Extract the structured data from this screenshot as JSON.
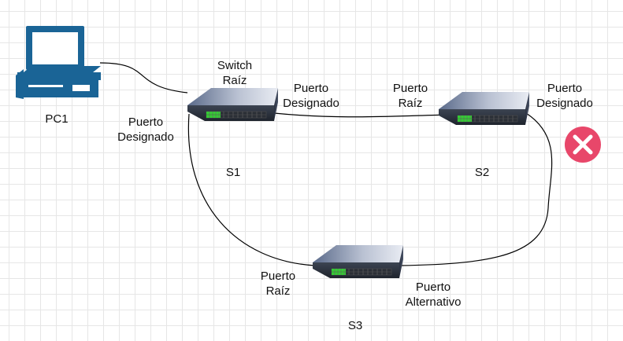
{
  "pc": {
    "label": "PC1",
    "icon": "desktop-computer-icon",
    "color": "#1a6496"
  },
  "switches": {
    "s1": {
      "name": "S1",
      "role": "Switch\nRaíz"
    },
    "s2": {
      "name": "S2"
    },
    "s3": {
      "name": "S3"
    }
  },
  "ports": {
    "s1_to_s2": "Puerto\nDesignado",
    "s1_to_s3": "Puerto\nDesignado",
    "s2_to_s1": "Puerto\nRaíz",
    "s2_to_s3": "Puerto\nDesignado",
    "s3_to_s1": "Puerto\nRaíz",
    "s3_to_s2": "Puerto\nAlternativo"
  },
  "blocked": {
    "icon": "blocked-x-icon",
    "color": "#e8476a"
  }
}
